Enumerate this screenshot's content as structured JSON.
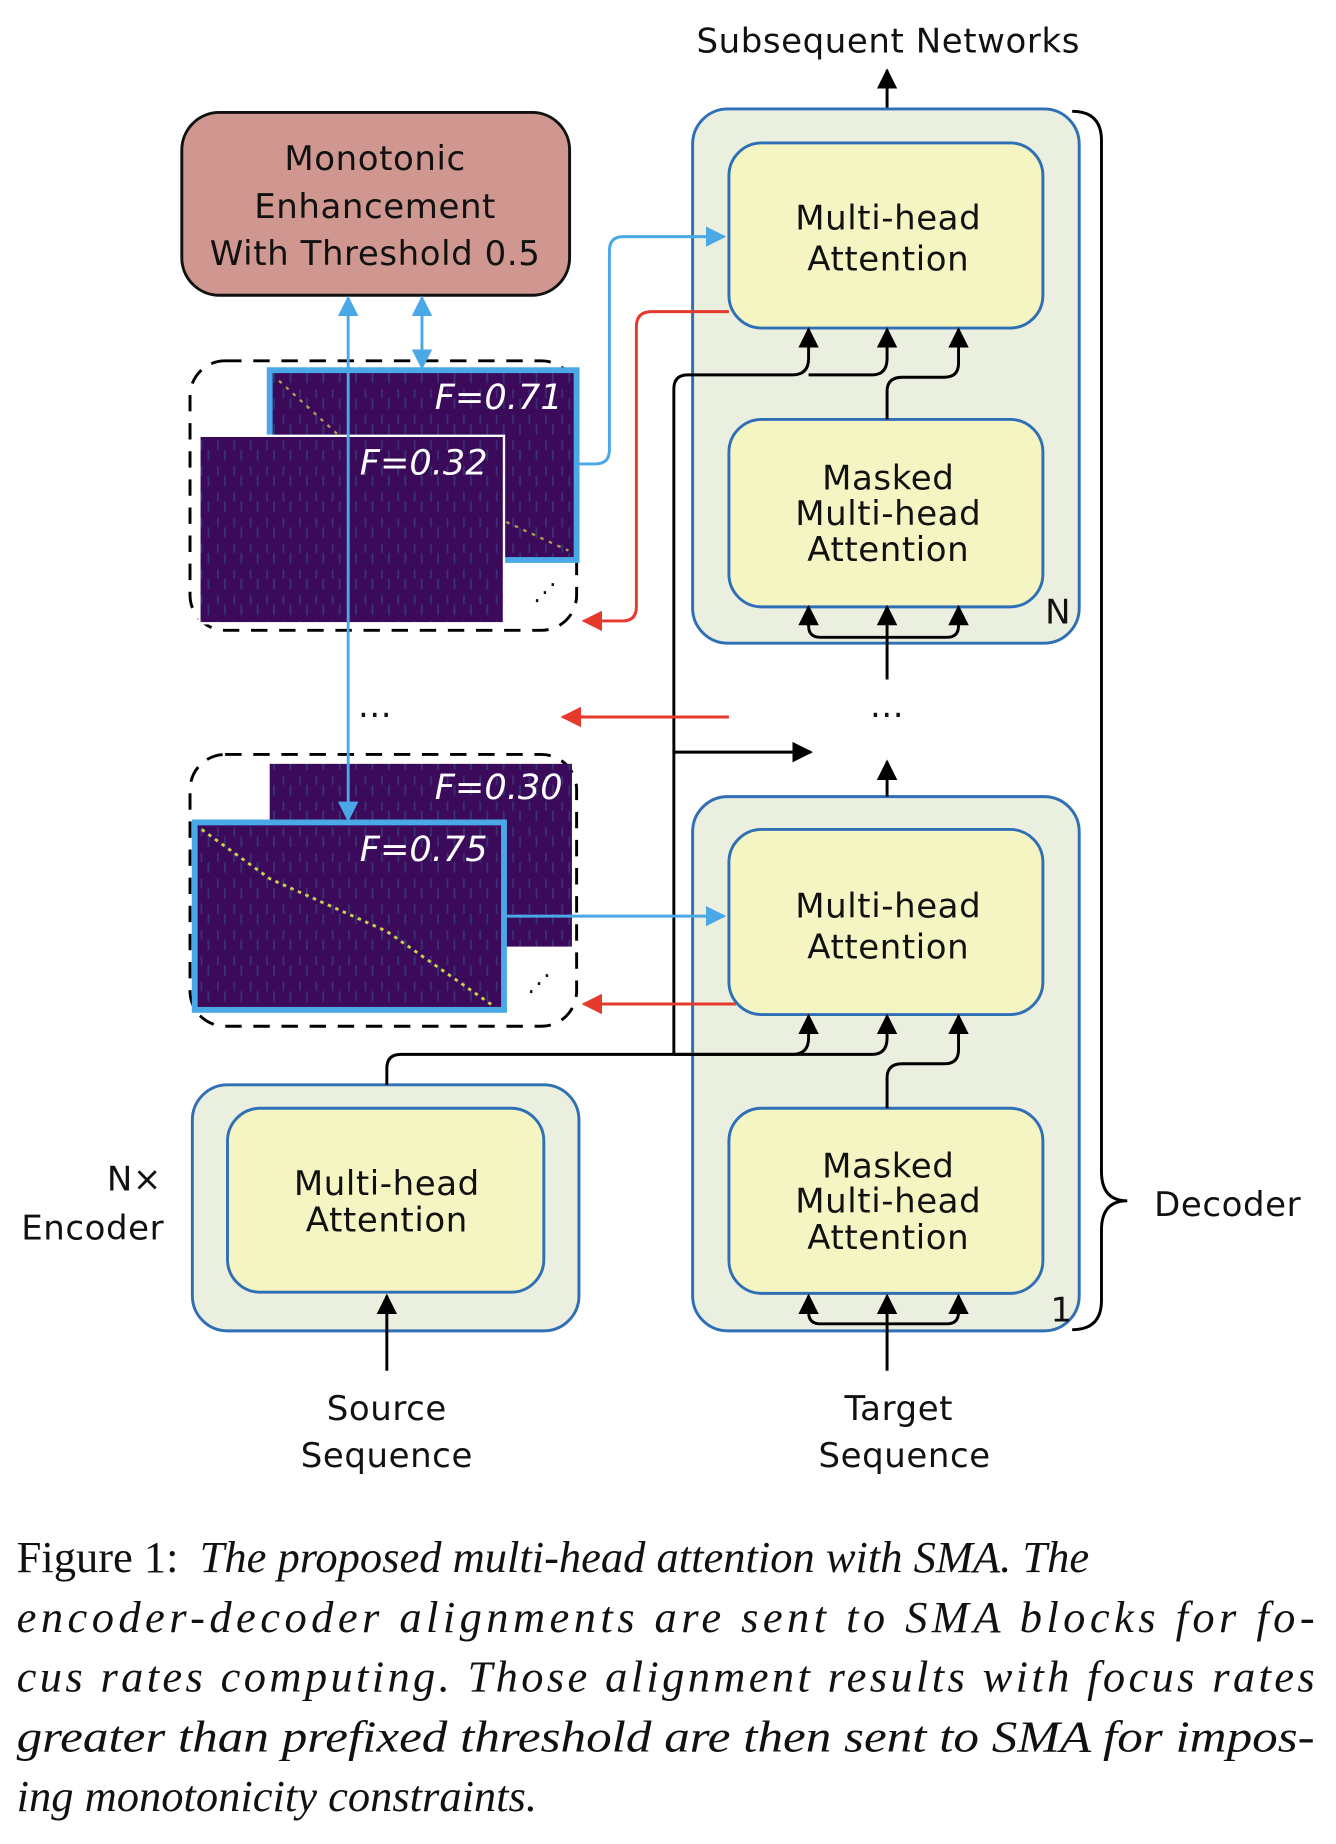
{
  "diagram": {
    "top_output": "Subsequent Networks",
    "sma_block": {
      "lines": [
        "Monotonic",
        "Enhancement",
        "With Threshold 0.5"
      ],
      "fill": "#d09790"
    },
    "decoder_layer_top": {
      "cross_attention": [
        "Multi-head",
        "Attention"
      ],
      "self_attention": [
        "Masked",
        "Multi-head",
        "Attention"
      ],
      "layer_index": "N"
    },
    "decoder_layer_bottom": {
      "cross_attention": [
        "Multi-head",
        "Attention"
      ],
      "self_attention": [
        "Masked",
        "Multi-head",
        "Attention"
      ],
      "layer_index": "1"
    },
    "encoder": {
      "label_lines": [
        "N×",
        "Encoder"
      ],
      "block": [
        "Multi-head",
        "Attention"
      ]
    },
    "decoder_label": "Decoder",
    "ellipsis": "...",
    "inputs": {
      "source": [
        "Source",
        "Sequence"
      ],
      "target": [
        "Target",
        "Sequence"
      ]
    },
    "alignment_groups": [
      {
        "back": {
          "focus_rate": "F=0.71",
          "selected": true
        },
        "front": {
          "focus_rate": "F=0.32",
          "selected": false
        }
      },
      {
        "back": {
          "focus_rate": "F=0.30",
          "selected": false
        },
        "front": {
          "focus_rate": "F=0.75",
          "selected": true
        }
      }
    ],
    "colors": {
      "outer_block_fill": "#ebefdf",
      "inner_block_fill": "#f5f5c4",
      "block_border": "#2f6fb5",
      "blue_arrow": "#4aa8e6",
      "red_arrow": "#e5392b",
      "heatmap_bg": "#3b0a5a"
    }
  },
  "caption": {
    "prefix": "Figure 1:",
    "lines": [
      "The proposed multi-head attention with SMA. The",
      "encoder-decoder alignments are sent to SMA blocks for fo-",
      "cus rates computing. Those alignment results with focus rates",
      "greater than prefixed threshold are then sent to SMA for impos-",
      "ing monotonicity constraints."
    ]
  }
}
